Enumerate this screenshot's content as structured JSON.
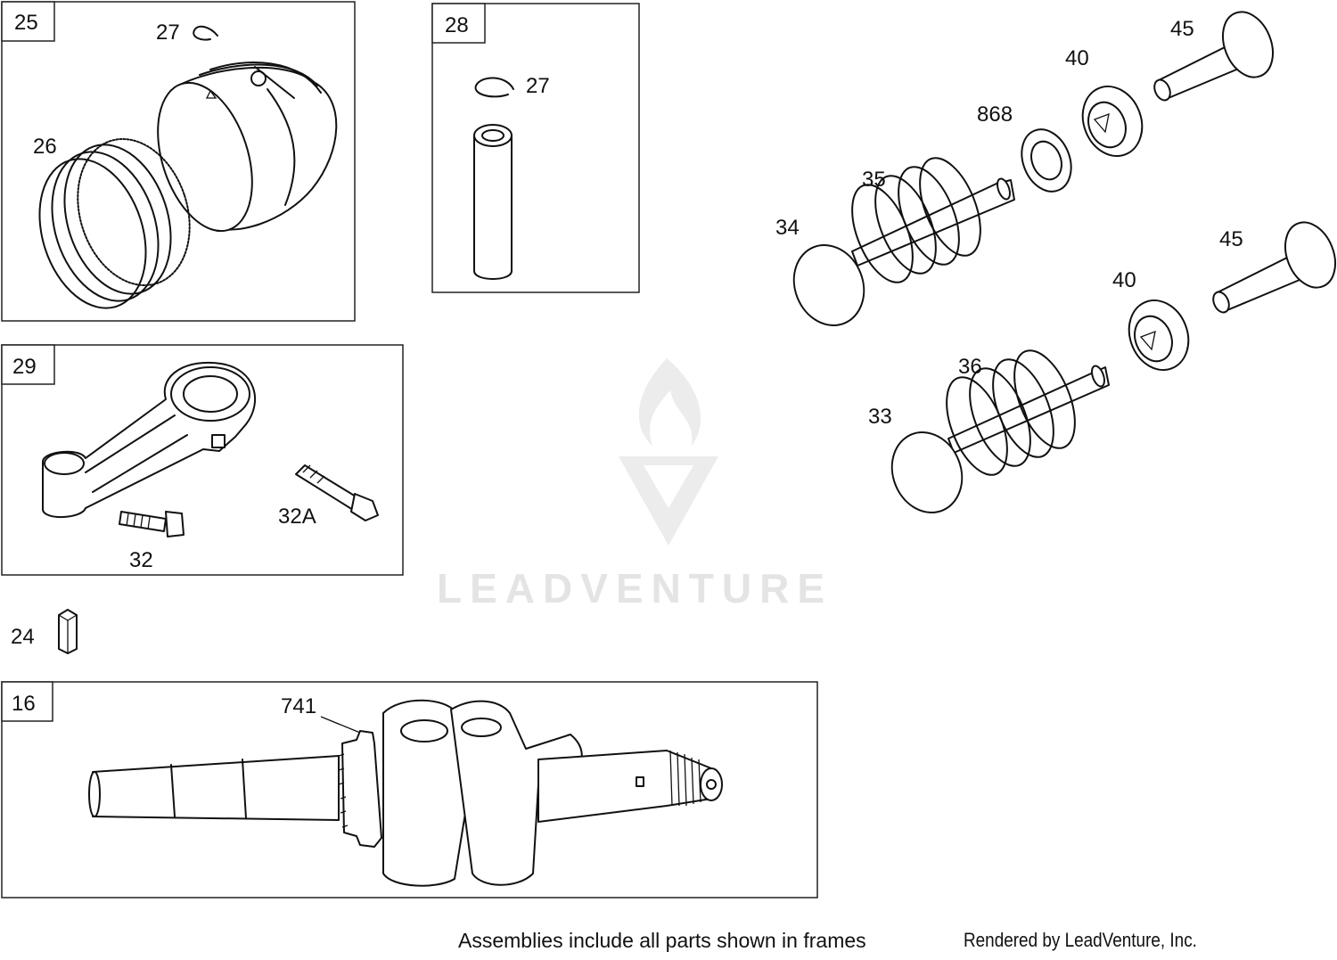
{
  "frames": {
    "piston": {
      "tag": "25",
      "parts": {
        "rings": "26",
        "retainer": "27"
      }
    },
    "pin": {
      "tag": "28",
      "parts": {
        "retainer": "27"
      }
    },
    "rod": {
      "tag": "29",
      "parts": {
        "bolt": "32",
        "bolt_alt": "32A"
      }
    },
    "crank": {
      "tag": "16",
      "parts": {
        "gear": "741"
      }
    }
  },
  "loose_parts": {
    "key": "24",
    "valve_upper": "34",
    "spring_upper": "35",
    "seal": "868",
    "retainer_upper": "40",
    "guide_upper": "45",
    "valve_lower": "33",
    "spring_lower": "36",
    "retainer_lower": "40",
    "guide_lower": "45"
  },
  "watermark": {
    "text": "LEADVENTURE"
  },
  "footer": {
    "note": "Assemblies include all parts shown in frames",
    "rendered_by": "Rendered by LeadVenture, Inc."
  }
}
